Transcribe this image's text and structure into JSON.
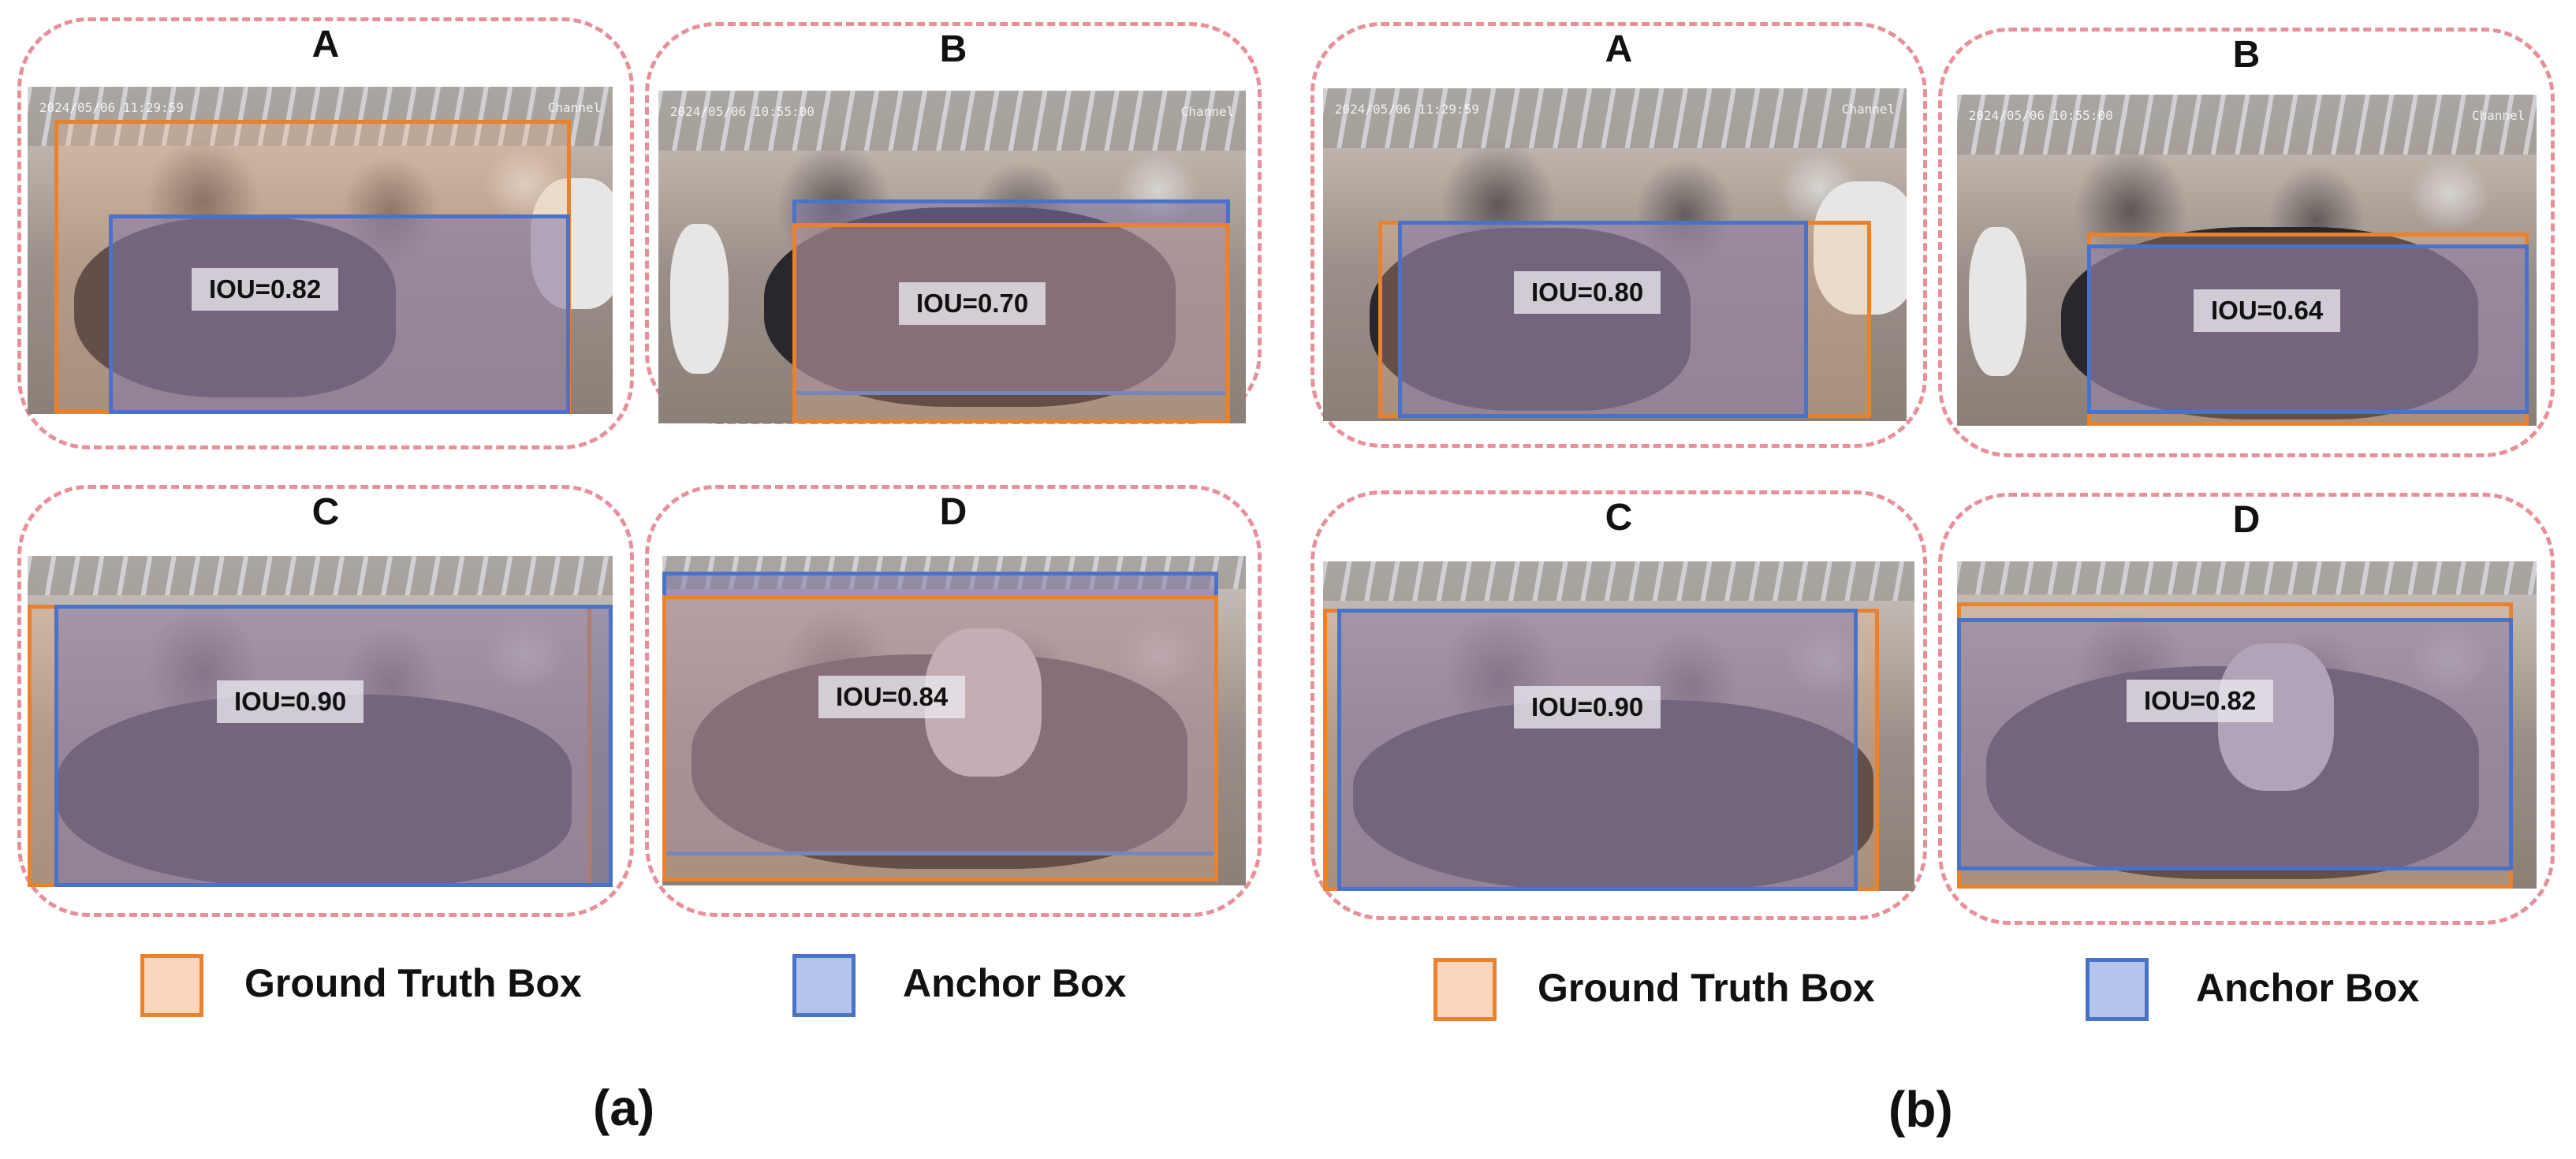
{
  "colors": {
    "ground_truth": "#e8822e",
    "anchor": "#4a72c8",
    "panel_border": "#e8909a"
  },
  "figure_a": {
    "caption": "(a)",
    "panels": {
      "A": {
        "letter": "A",
        "iou": "IOU=0.82",
        "stamp": "2024/05/06 11:29:59",
        "channel": "Channel"
      },
      "B": {
        "letter": "B",
        "iou": "IOU=0.70",
        "stamp": "2024/05/06 10:55:00",
        "channel": "Channel"
      },
      "C": {
        "letter": "C",
        "iou": "IOU=0.90"
      },
      "D": {
        "letter": "D",
        "iou": "IOU=0.84"
      }
    },
    "legend": {
      "ground_truth": "Ground Truth Box",
      "anchor": "Anchor Box"
    }
  },
  "figure_b": {
    "caption": "(b)",
    "panels": {
      "A": {
        "letter": "A",
        "iou": "IOU=0.80",
        "stamp": "2024/05/06 11:29:59",
        "channel": "Channel"
      },
      "B": {
        "letter": "B",
        "iou": "IOU=0.64",
        "stamp": "2024/05/06 10:55:00",
        "channel": "Channel"
      },
      "C": {
        "letter": "C",
        "iou": "IOU=0.90"
      },
      "D": {
        "letter": "D",
        "iou": "IOU=0.82"
      }
    },
    "legend": {
      "ground_truth": "Ground Truth Box",
      "anchor": "Anchor Box"
    }
  }
}
